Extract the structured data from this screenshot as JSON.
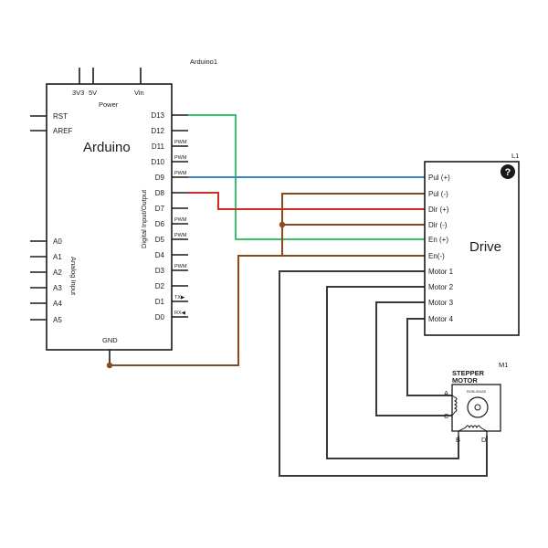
{
  "arduino": {
    "name": "Arduino1",
    "title": "Arduino",
    "power_label": "Power",
    "top_pins": [
      "3V3",
      "5V",
      "Vin"
    ],
    "left_pins": [
      "RST",
      "AREF"
    ],
    "analog_pins": [
      "A0",
      "A1",
      "A2",
      "A3",
      "A4",
      "A5"
    ],
    "analog_label": "Analog Input",
    "digital_label": "Digital Input/Output",
    "digital_pins": [
      "D13",
      "D12",
      "D11",
      "D10",
      "D9",
      "D8",
      "D7",
      "D6",
      "D5",
      "D4",
      "D3",
      "D2",
      "D1",
      "D0"
    ],
    "pin_tags": [
      "",
      "",
      "PWM",
      "PWM",
      "PWM",
      "",
      "",
      "PWM",
      "PWM",
      "",
      "PWM",
      "",
      "TX▶",
      "RX◀"
    ],
    "gnd_label": "GND"
  },
  "driver": {
    "name": "L1",
    "title": "Drive",
    "help_icon": "?",
    "pins": [
      "Pul (+)",
      "Pul (-)",
      "Dir (+)",
      "Dir (-)",
      "En (+)",
      "En(-)",
      "Motor 1",
      "Motor 2",
      "Motor 3",
      "Motor 4"
    ]
  },
  "motor": {
    "name": "M1",
    "title_line1": "STEPPER",
    "title_line2": "MOTOR",
    "model": "ROB-09420",
    "terminals": [
      "A",
      "C",
      "B",
      "D"
    ]
  },
  "colors": {
    "wire_green": "#3cc26a",
    "wire_blue": "#3d86c4",
    "wire_red": "#d22a22",
    "wire_brown": "#8b4a1c",
    "wire_gray": "#3a3a3a",
    "outline": "#1a1a1a"
  }
}
